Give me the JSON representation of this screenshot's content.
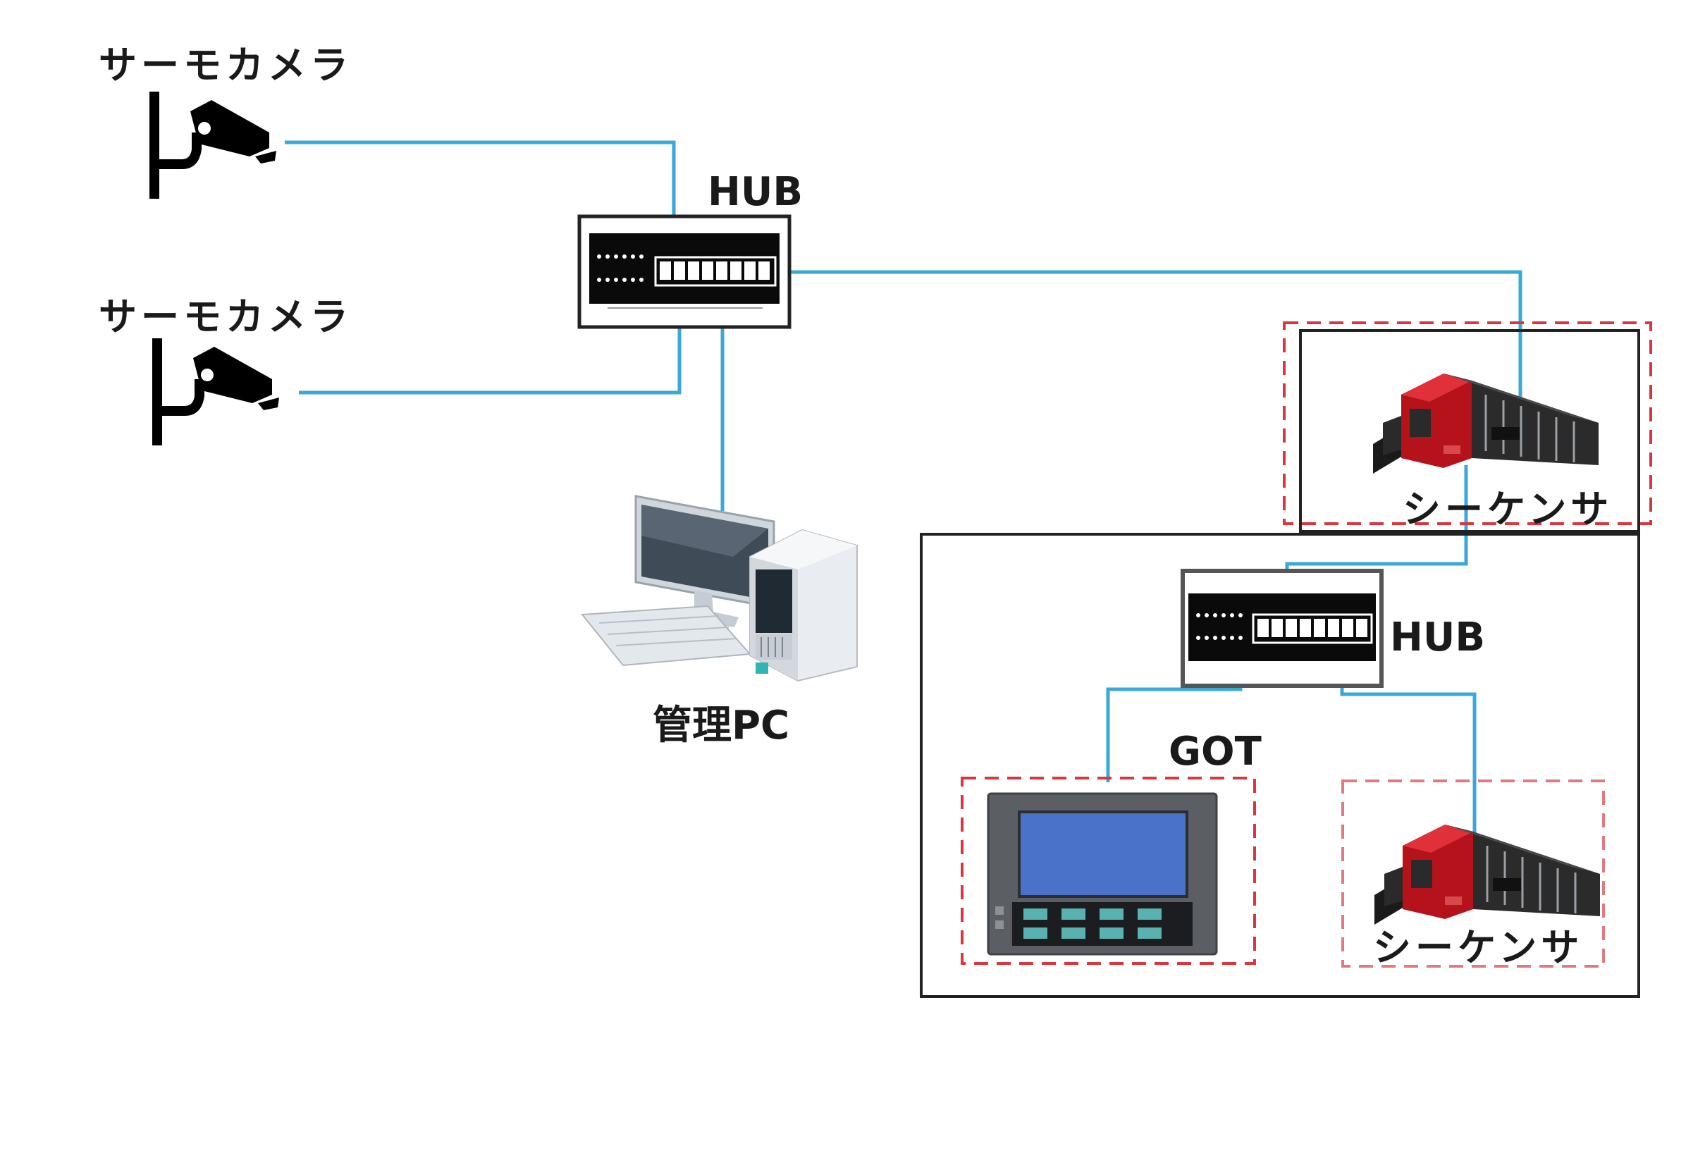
{
  "labels": {
    "camera1": "サーモカメラ",
    "camera2": "サーモカメラ",
    "hub_top": "HUB",
    "hub_bottom": "HUB",
    "pc": "管理PC",
    "plc_top": "シーケンサ",
    "plc_bottom": "シーケンサ",
    "got": "GOT"
  },
  "colors": {
    "cable": "#3aa9d9",
    "dashed_group": "#d9363e",
    "frame": "#222222",
    "plc_red": "#b5121b",
    "got_screen": "#4a72c8"
  },
  "icons": [
    "camera-icon",
    "hub-icon",
    "pc-icon",
    "plc-icon",
    "got-panel-icon"
  ]
}
